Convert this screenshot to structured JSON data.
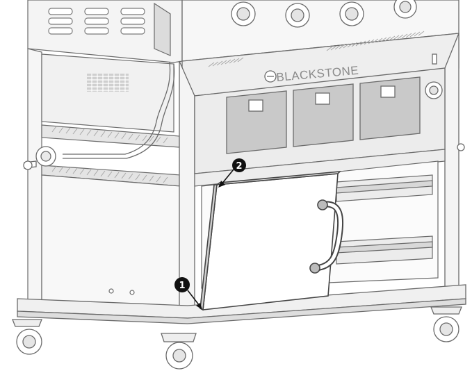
{
  "brand": {
    "logo_text": "BLACKSTONE"
  },
  "callouts": [
    {
      "id": "1",
      "label": "1",
      "color": "#111111"
    },
    {
      "id": "2",
      "label": "2",
      "color": "#111111"
    }
  ],
  "colors": {
    "line": "#5a5a5a",
    "light_line": "#9a9a9a",
    "fill": "#f2f2f2",
    "door_fill": "#ffffff",
    "callout": "#111111"
  }
}
